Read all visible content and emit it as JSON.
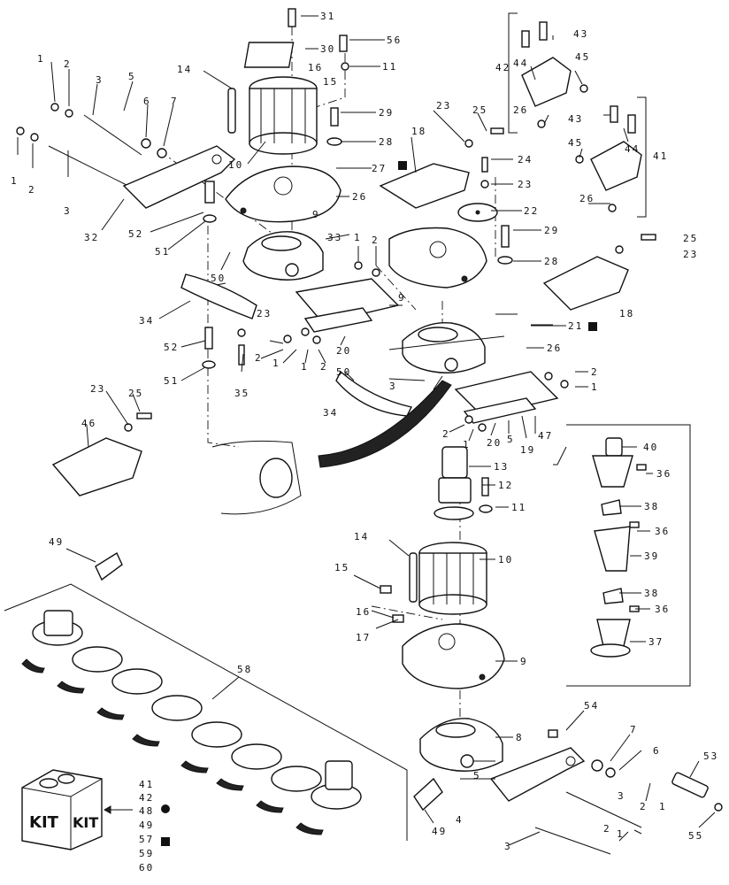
{
  "callouts": [
    "1",
    "2",
    "3",
    "4",
    "5",
    "6",
    "7",
    "8",
    "9",
    "10",
    "11",
    "12",
    "13",
    "14",
    "15",
    "16",
    "17",
    "18",
    "19",
    "20",
    "21",
    "22",
    "23",
    "24",
    "25",
    "26",
    "27",
    "28",
    "29",
    "30",
    "31",
    "33",
    "34",
    "35",
    "36",
    "37",
    "38",
    "39",
    "40",
    "41",
    "42",
    "43",
    "44",
    "45",
    "46",
    "47",
    "49",
    "50",
    "51",
    "52",
    "53",
    "54",
    "55",
    "56",
    "58"
  ],
  "kit": {
    "box_text_left": "KIT",
    "box_text_right": "KIT",
    "included_numbers": [
      "41",
      "42",
      "48",
      "49",
      "57",
      "59",
      "60"
    ],
    "markers": {
      "48": "circle",
      "57": "square"
    }
  },
  "markers": {
    "square_on": [
      "27",
      "21"
    ]
  }
}
